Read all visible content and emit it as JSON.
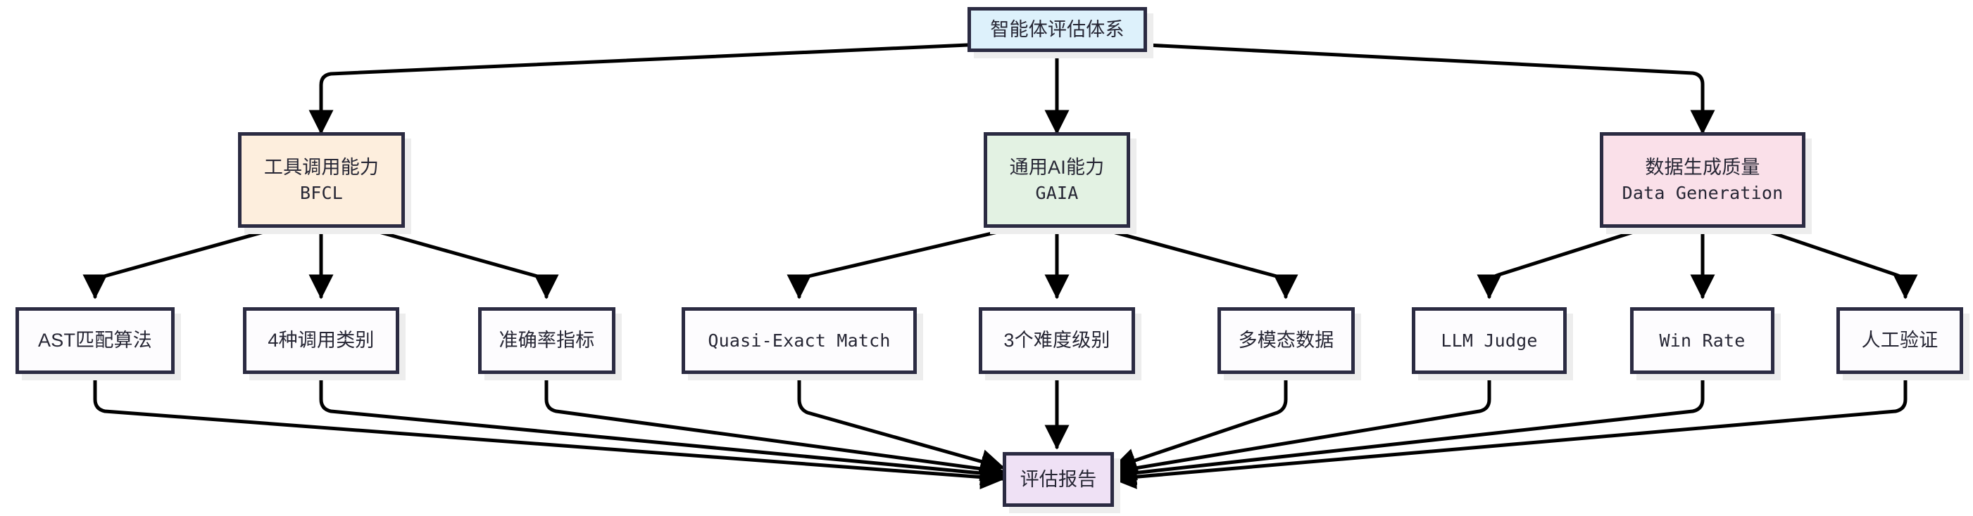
{
  "diagram": {
    "type": "flowchart",
    "direction": "top-down",
    "title_node": "root",
    "palette": {
      "root_fill": "#ddf1fb",
      "branch_tool_fill": "#fdeedd",
      "branch_general_fill": "#e3f2e3",
      "branch_data_fill": "#fae0e9",
      "report_fill": "#efe1f5",
      "leaf_fill": "#fdfcfe",
      "stroke": "#2b2b42",
      "edge": "#000000",
      "text": "#262634",
      "shadow": "#ededed",
      "background": "#ffffff"
    },
    "nodes": {
      "root": {
        "label": "智能体评估体系"
      },
      "branch_tool": {
        "label_line1": "工具调用能力",
        "label_line2": "BFCL"
      },
      "branch_general": {
        "label_line1": "通用AI能力",
        "label_line2": "GAIA"
      },
      "branch_data": {
        "label_line1": "数据生成质量",
        "label_line2": "Data Generation"
      },
      "leaf_ast": {
        "label": "AST匹配算法"
      },
      "leaf_categories": {
        "label": "4种调用类别"
      },
      "leaf_accuracy": {
        "label": "准确率指标"
      },
      "leaf_quasi": {
        "label": "Quasi-Exact Match"
      },
      "leaf_levels": {
        "label": "3个难度级别"
      },
      "leaf_multimodal": {
        "label": "多模态数据"
      },
      "leaf_judge": {
        "label": "LLM Judge"
      },
      "leaf_winrate": {
        "label": "Win Rate"
      },
      "leaf_human": {
        "label": "人工验证"
      },
      "report": {
        "label": "评估报告"
      }
    },
    "edges": [
      {
        "from": "root",
        "to": "branch_tool"
      },
      {
        "from": "root",
        "to": "branch_general"
      },
      {
        "from": "root",
        "to": "branch_data"
      },
      {
        "from": "branch_tool",
        "to": "leaf_ast"
      },
      {
        "from": "branch_tool",
        "to": "leaf_categories"
      },
      {
        "from": "branch_tool",
        "to": "leaf_accuracy"
      },
      {
        "from": "branch_general",
        "to": "leaf_quasi"
      },
      {
        "from": "branch_general",
        "to": "leaf_levels"
      },
      {
        "from": "branch_general",
        "to": "leaf_multimodal"
      },
      {
        "from": "branch_data",
        "to": "leaf_judge"
      },
      {
        "from": "branch_data",
        "to": "leaf_winrate"
      },
      {
        "from": "branch_data",
        "to": "leaf_human"
      },
      {
        "from": "leaf_ast",
        "to": "report"
      },
      {
        "from": "leaf_categories",
        "to": "report"
      },
      {
        "from": "leaf_accuracy",
        "to": "report"
      },
      {
        "from": "leaf_quasi",
        "to": "report"
      },
      {
        "from": "leaf_levels",
        "to": "report"
      },
      {
        "from": "leaf_multimodal",
        "to": "report"
      },
      {
        "from": "leaf_judge",
        "to": "report"
      },
      {
        "from": "leaf_winrate",
        "to": "report"
      },
      {
        "from": "leaf_human",
        "to": "report"
      }
    ]
  }
}
